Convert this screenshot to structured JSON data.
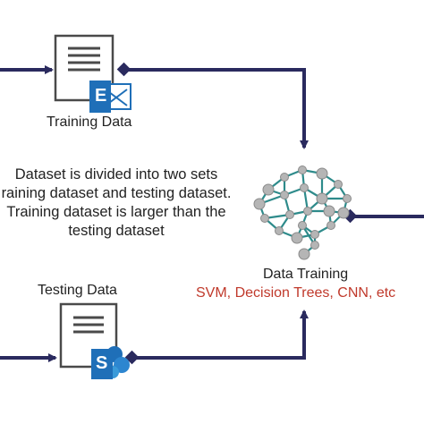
{
  "labels": {
    "training_data": "Training Data",
    "testing_data": "Testing Data",
    "data_training": "Data Training",
    "methods": "SVM, Decision Trees,  CNN, etc"
  },
  "description": [
    "Dataset is divided into two sets",
    "raining dataset and testing dataset.",
    "Training dataset is larger than the",
    "testing dataset"
  ],
  "icons": {
    "training_badge_letter": "E",
    "testing_badge_letter": "S"
  },
  "colors": {
    "arrow": "#2a2a5e",
    "accent_text": "#c0392b",
    "badge_blue": "#1f6fb8",
    "network": "#2e8b8b"
  }
}
